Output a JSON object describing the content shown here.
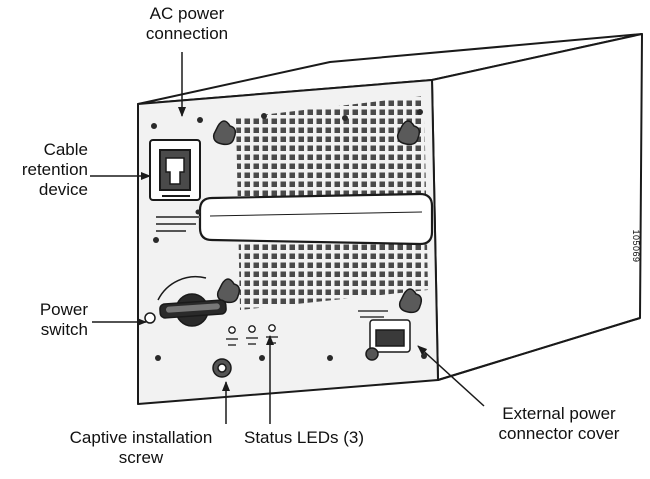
{
  "labels": {
    "ac_power_connection": [
      "AC power",
      "connection"
    ],
    "cable_retention_device": [
      "Cable",
      "retention",
      "device"
    ],
    "power_switch": [
      "Power",
      "switch"
    ],
    "captive_installation_screw": [
      "Captive installation",
      "screw"
    ],
    "status_leds": "Status LEDs (3)",
    "external_power_connector_cover": [
      "External power",
      "connector cover"
    ]
  },
  "figure_id": "105069",
  "colors": {
    "line": "#1a1a1a",
    "panel": "#f2f2f2",
    "side": "#ffffff",
    "knob": "#555555"
  }
}
